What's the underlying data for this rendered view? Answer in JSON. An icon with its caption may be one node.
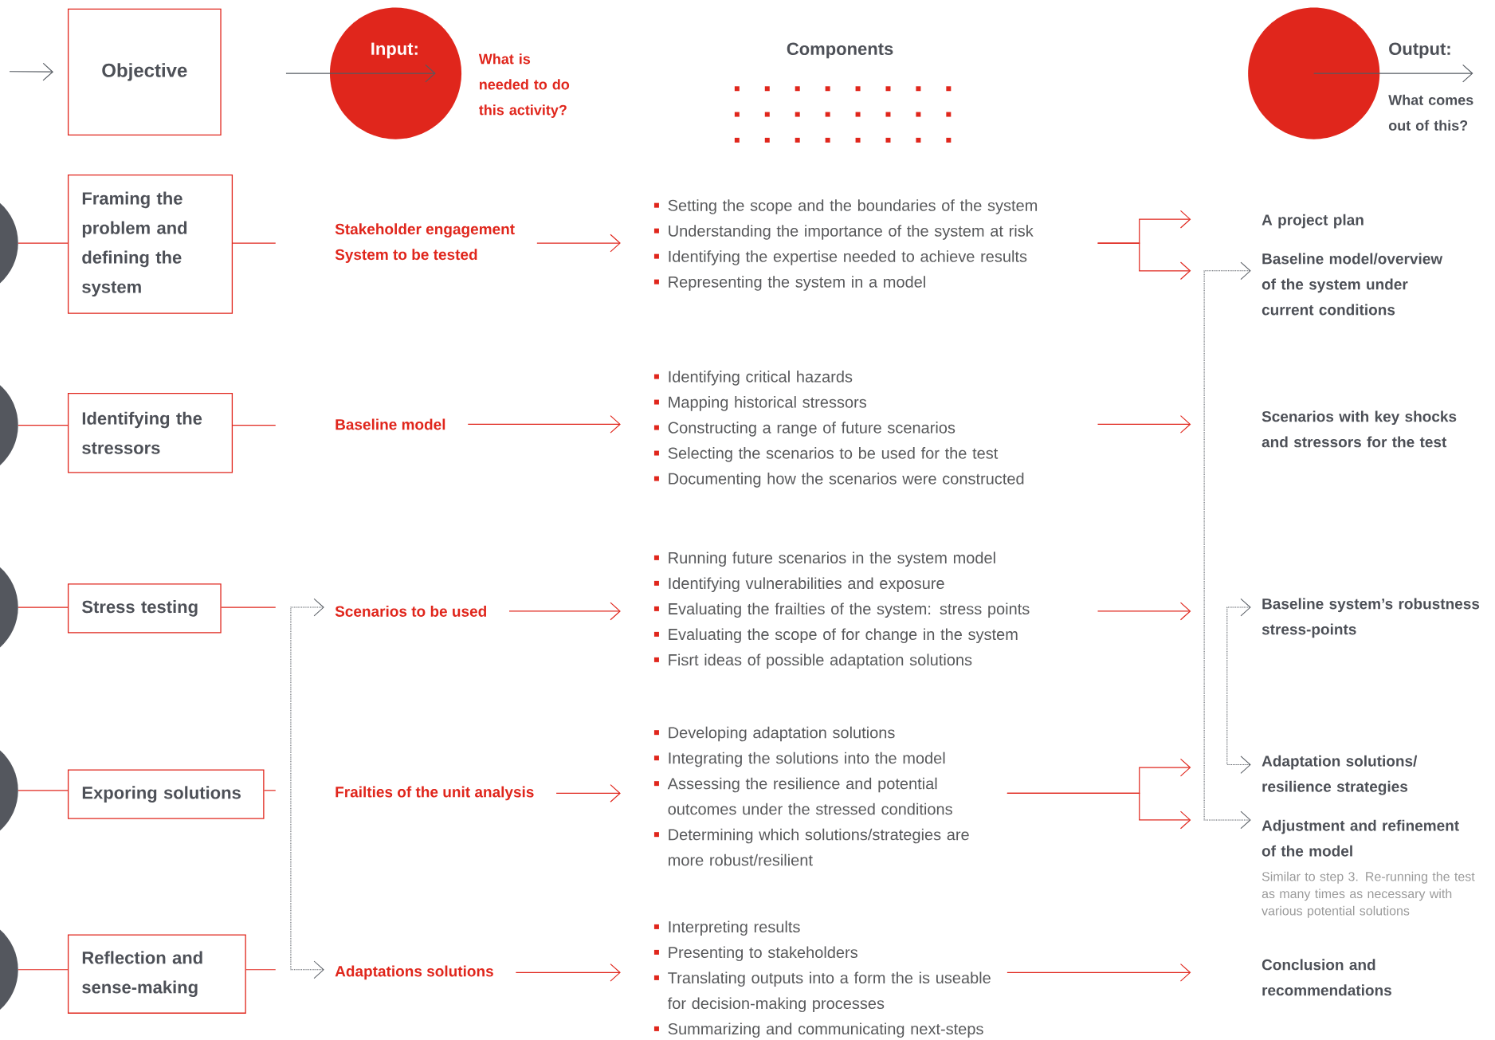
{
  "diagram": {
    "nodes": [
      {
        "text": [
          "Objective"
        ]
      },
      {
        "text": [
          "Input:"
        ],
        "beside": [
          "What is needed to do this activity?"
        ]
      },
      {
        "text": [
          "Output:"
        ],
        "beside": [
          "What comes out of this?"
        ]
      },
      {
        "text": [],
        "shape": "circle"
      },
      {
        "text": [
          "Framing the problem and defining the system"
        ]
      },
      {
        "text": [
          "Stakeholder engagement",
          "System to be tested"
        ]
      },
      {
        "text": [
          "Setting the scope and the boundaries of the system",
          "Understanding the importance of the system at risk",
          "Identifying the expertise needed to achieve results",
          "Representing the system in a model"
        ]
      },
      {
        "text": [
          "A project plan"
        ]
      },
      {
        "text": [
          "Baseline model/overview of the system under current conditions"
        ]
      },
      {
        "text": [],
        "shape": "circle"
      },
      {
        "text": [
          "Identifying the stressors"
        ]
      },
      {
        "text": [
          "Baseline model"
        ]
      },
      {
        "text": [
          "Identifying critical hazards",
          "Mapping historical stressors",
          "Constructing a range of future scenarios",
          "Selecting the scenarios to be used for the test",
          "Documenting how the scenarios were constructed"
        ]
      },
      {
        "text": [
          "Scenarios with key shocks and stressors for the test"
        ]
      },
      {
        "text": [],
        "shape": "circle"
      },
      {
        "text": [
          "Stress testing"
        ]
      },
      {
        "text": [
          "Scenarios to be used"
        ]
      },
      {
        "text": [
          "Running future scenarios in the system model",
          "Identifying vulnerabilities and exposure",
          "Evaluating the frailties of the system: stress points",
          "Evaluating the scope of for change in the system",
          "Fisrt ideas of possible adaptation solutions"
        ]
      },
      {
        "text": [
          "Baseline system’s robustness stress-points"
        ]
      },
      {
        "text": [],
        "shape": "circle"
      },
      {
        "text": [
          "Exporing solutions"
        ]
      },
      {
        "text": [
          "Frailties of the unit analysis"
        ]
      },
      {
        "text": [
          "Developing adaptation solutions",
          "Integrating the solutions into the model",
          "Assessing the resilience and potential outcomes under the stressed conditions",
          "Determining which solutions/strategies are more robust/resilient"
        ]
      },
      {
        "text": [
          "Adaptation solutions/ resilience strategies"
        ]
      },
      {
        "text": [
          "Adjustment and refinement of the model"
        ],
        "beside": [
          "Similar to step 3. Re-running the test as many times as necessary with various potential solutions"
        ]
      },
      {
        "text": [],
        "shape": "circle"
      },
      {
        "text": [
          "Reflection and sense-making"
        ]
      },
      {
        "text": [
          "Adaptations solutions"
        ]
      },
      {
        "text": [
          "Interpreting results",
          "Presenting to stakeholders",
          "Translating outputs into a form the is useable for decision-making processes",
          "Summarizing and communicating next-steps"
        ]
      },
      {
        "text": [
          "Conclusion and recommendations"
        ]
      }
    ],
    "edges": [
      {
        "from": null,
        "to": 0,
        "arrow": "to",
        "color": "#555a61"
      },
      {
        "from": null,
        "to": 1,
        "arrow": "to",
        "color": "#555a61"
      },
      {
        "from": 2,
        "to": null,
        "arrow": "to",
        "color": "#555a61"
      },
      {
        "from": 3,
        "to": 4,
        "arrow": "none"
      },
      {
        "from": 4,
        "to": null,
        "arrow": "none"
      },
      {
        "from": 5,
        "to": 6,
        "arrow": "to"
      },
      {
        "from": 6,
        "to": 7,
        "arrow": "to"
      },
      {
        "from": 6,
        "to": 8,
        "arrow": "to"
      },
      {
        "from": 9,
        "to": 10,
        "arrow": "none"
      },
      {
        "from": 10,
        "to": null,
        "arrow": "none"
      },
      {
        "from": 11,
        "to": 12,
        "arrow": "to"
      },
      {
        "from": 12,
        "to": 13,
        "arrow": "to"
      },
      {
        "from": 14,
        "to": 15,
        "arrow": "none"
      },
      {
        "from": 15,
        "to": null,
        "arrow": "none"
      },
      {
        "from": 16,
        "to": 17,
        "arrow": "to"
      },
      {
        "from": 17,
        "to": 18,
        "arrow": "to"
      },
      {
        "from": 19,
        "to": 20,
        "arrow": "none"
      },
      {
        "from": 20,
        "to": null,
        "arrow": "none"
      },
      {
        "from": 21,
        "to": 22,
        "arrow": "to"
      },
      {
        "from": 22,
        "to": 23,
        "arrow": "to"
      },
      {
        "from": 22,
        "to": 24,
        "arrow": "to"
      },
      {
        "from": 25,
        "to": 26,
        "arrow": "none"
      },
      {
        "from": 26,
        "to": null,
        "arrow": "none"
      },
      {
        "from": 27,
        "to": 28,
        "arrow": "to"
      },
      {
        "from": 28,
        "to": 29,
        "arrow": "to"
      },
      {
        "from": 8,
        "to": 24,
        "arrow": "both",
        "style": "dashed",
        "color": "#555a61"
      },
      {
        "from": 18,
        "to": 23,
        "arrow": "both",
        "style": "dashed",
        "color": "#555a61"
      },
      {
        "from": 16,
        "to": 27,
        "arrow": "both",
        "style": "dashed",
        "color": "#555a61"
      }
    ],
    "labels": [
      "Components"
    ]
  }
}
